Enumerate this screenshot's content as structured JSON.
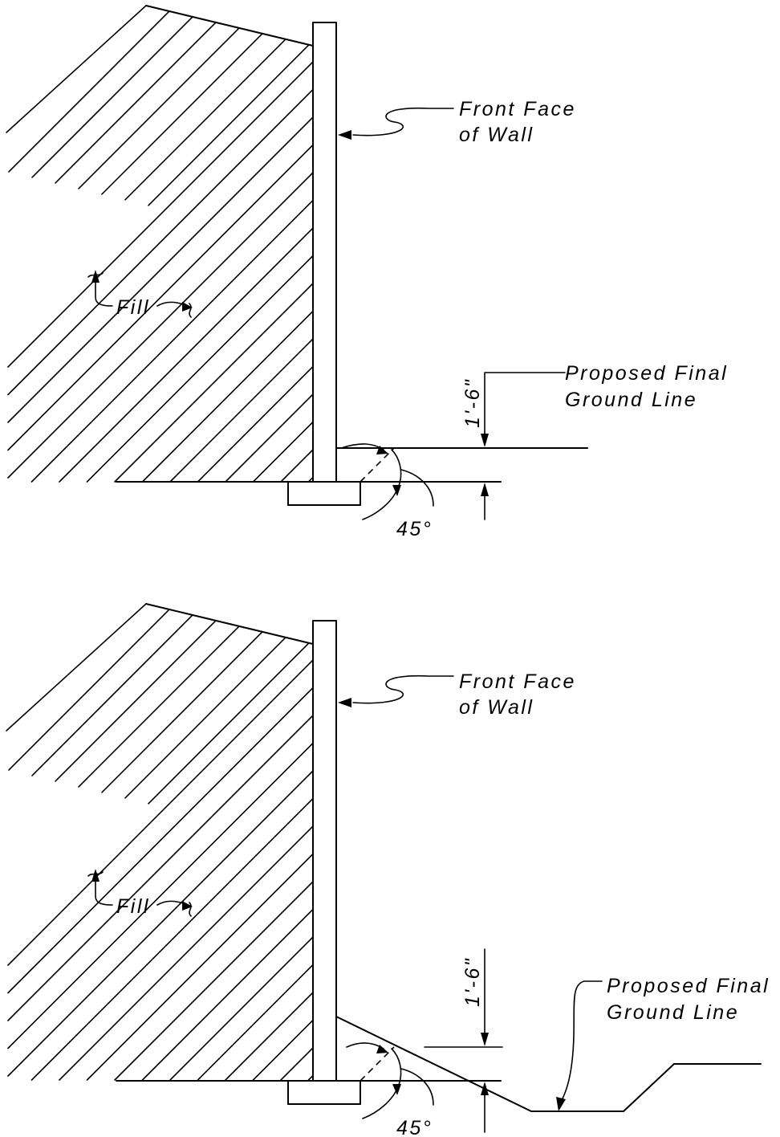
{
  "details": [
    {
      "id": "level-ground",
      "labels": {
        "front_face_line1": "Front Face",
        "front_face_line2": "of Wall",
        "fill": "Fill",
        "ground_line1": "Proposed Final",
        "ground_line2": "Ground Line",
        "dimension": "1'-6\"",
        "angle": "45°"
      }
    },
    {
      "id": "sloped-ground",
      "labels": {
        "front_face_line1": "Front Face",
        "front_face_line2": "of Wall",
        "fill": "Fill",
        "ground_line1": "Proposed Final",
        "ground_line2": "Ground Line",
        "dimension": "1'-6\"",
        "angle": "45°"
      }
    }
  ],
  "colors": {
    "ink": "#000000",
    "background": "#ffffff"
  }
}
